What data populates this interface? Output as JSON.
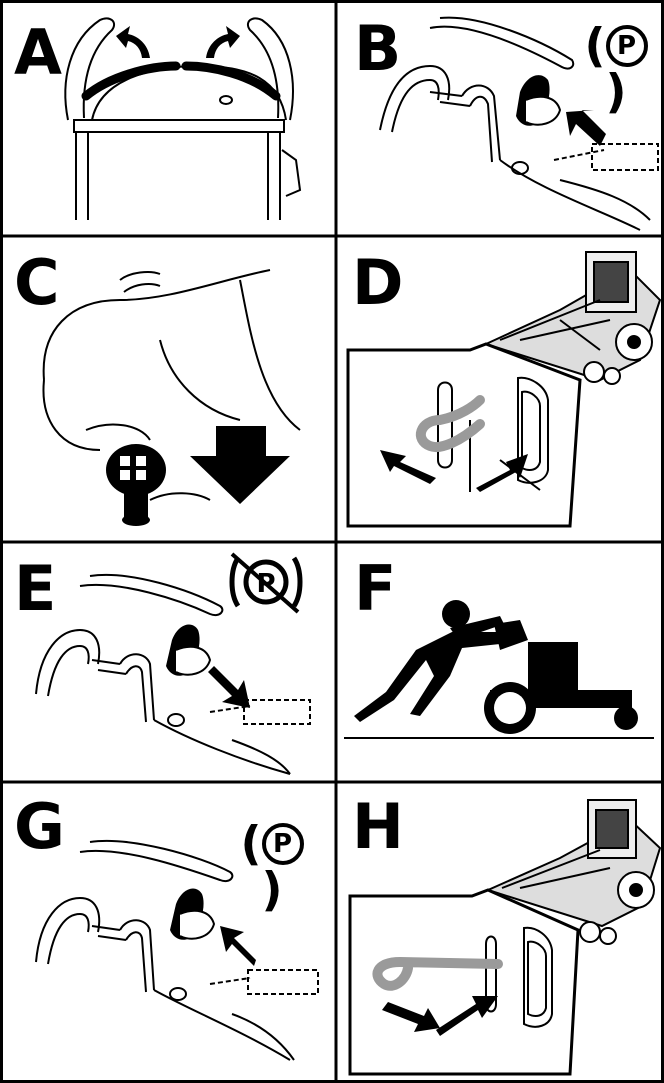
{
  "panels": [
    {
      "letter": "A"
    },
    {
      "letter": "B",
      "symbol": "P"
    },
    {
      "letter": "C"
    },
    {
      "letter": "D"
    },
    {
      "letter": "E",
      "symbol": "P"
    },
    {
      "letter": "F"
    },
    {
      "letter": "G",
      "symbol": "P"
    },
    {
      "letter": "H"
    }
  ],
  "icons": {
    "parking_brake": "parking-brake-icon",
    "parking_brake_off": "parking-brake-disengaged-icon",
    "arrow": "arrow-icon",
    "hand": "hand-icon",
    "mower": "mower-icon",
    "person_pushing": "person-pushing-icon"
  },
  "colors": {
    "ink": "#000000",
    "paper": "#ffffff",
    "handle_gray": "#9a9a9a"
  }
}
